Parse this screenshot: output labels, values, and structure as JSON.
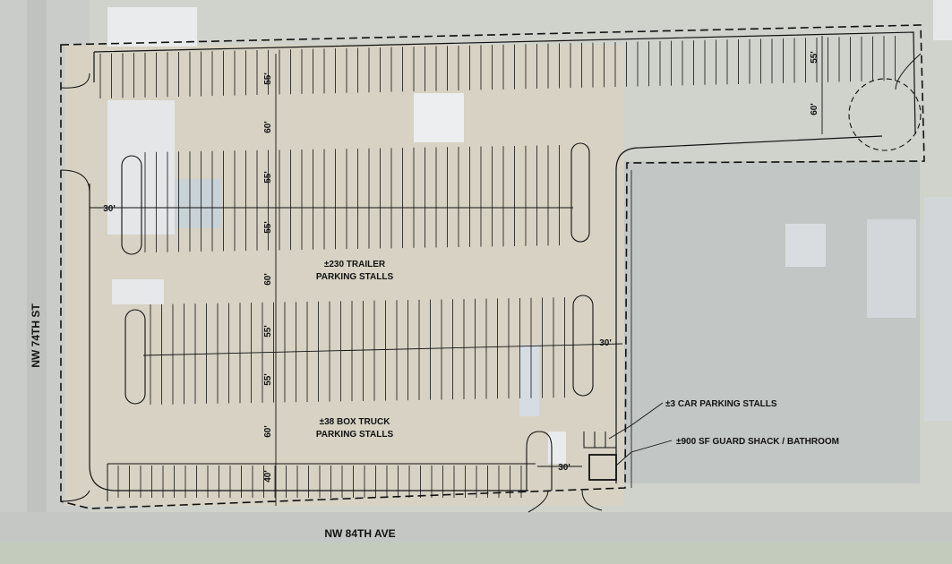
{
  "roads": {
    "west": "NW 74TH ST",
    "south": "NW 84TH AVE"
  },
  "labels": {
    "trailer_line1": "±230 TRAILER",
    "trailer_line2": "PARKING STALLS",
    "box_line1": "±38 BOX TRUCK",
    "box_line2": "PARKING STALLS",
    "car_stalls": "±3 CAR PARKING STALLS",
    "guard_shack": "±900 SF GUARD SHACK / BATHROOM"
  },
  "dimensions": {
    "d55a": "55'",
    "d60a": "60'",
    "d55b": "55'",
    "d55c": "55'",
    "d60b": "60'",
    "d55d": "55'",
    "d55e": "55'",
    "d60c": "60'",
    "d40": "40'",
    "d30_left": "30'",
    "d30_right": "30'",
    "d30_bottom": "30'",
    "d55_right": "55'",
    "d60_right": "60'"
  },
  "colors": {
    "aerial_base": "#cfd3cb",
    "lot_dirt": "#d8d2c2",
    "roof": "#eef0f2",
    "linework": "#111111"
  }
}
